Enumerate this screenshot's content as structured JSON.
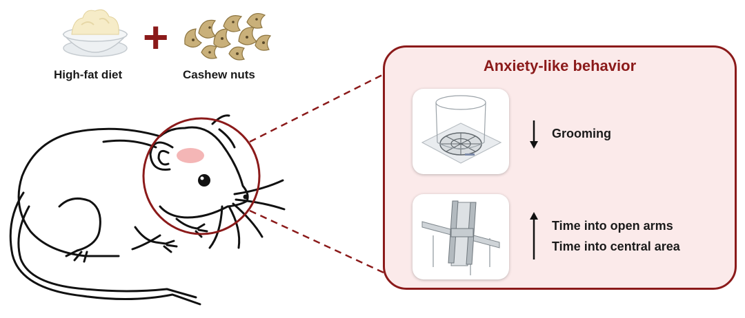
{
  "ingredients": {
    "item1_label": "High-fat diet",
    "operator": "+",
    "item2_label": "Cashew nuts"
  },
  "panel": {
    "title": "Anxiety-like behavior",
    "tests": [
      {
        "apparatus_icon": "open-field-cylinder-icon",
        "direction": "down",
        "lines": [
          "Grooming"
        ]
      },
      {
        "apparatus_icon": "elevated-plus-maze-icon",
        "direction": "up",
        "lines": [
          "Time into open arms",
          "Time into central area"
        ]
      }
    ]
  },
  "colors": {
    "accent": "#8b1a1a",
    "panel_fill": "#fbeaea",
    "brain_highlight": "#f4b6b6"
  }
}
